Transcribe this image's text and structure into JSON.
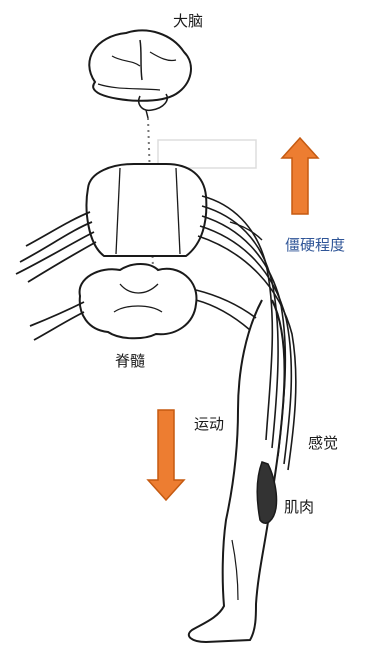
{
  "labels": {
    "brain": "大脑",
    "spinal_cord": "脊髓",
    "stiffness": "僵硬程度",
    "motor": "运动",
    "sensory": "感觉",
    "muscle": "肌肉"
  },
  "colors": {
    "arrow": "#ed7d31",
    "arrow_outline": "#c55a11",
    "stiffness_text": "#2f5597",
    "line": "#1a1a1a"
  },
  "arrows": {
    "up_direction": "up",
    "down_direction": "down"
  },
  "icons": [
    "brain-illustration",
    "spinal-cord-illustration",
    "nerve-fibers",
    "leg-illustration"
  ]
}
